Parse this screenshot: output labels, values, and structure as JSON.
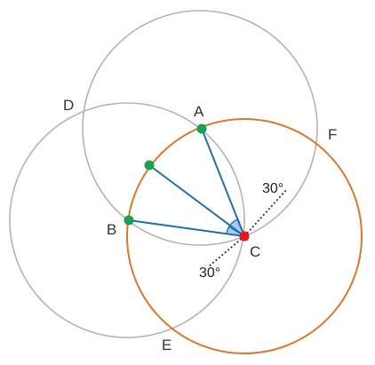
{
  "labels": {
    "A": "A",
    "B": "B",
    "C": "C",
    "D": "D",
    "E": "E",
    "F": "F"
  },
  "angles": {
    "upper": "30°",
    "lower": "30°"
  },
  "colors": {
    "gray_circle": "#b4b4b4",
    "orange_circle": "#d9782d",
    "segment": "#1f6fb0",
    "green_point": "#1aa150",
    "red_point": "#e8141e",
    "angle_fill": "#a9cbef"
  }
}
